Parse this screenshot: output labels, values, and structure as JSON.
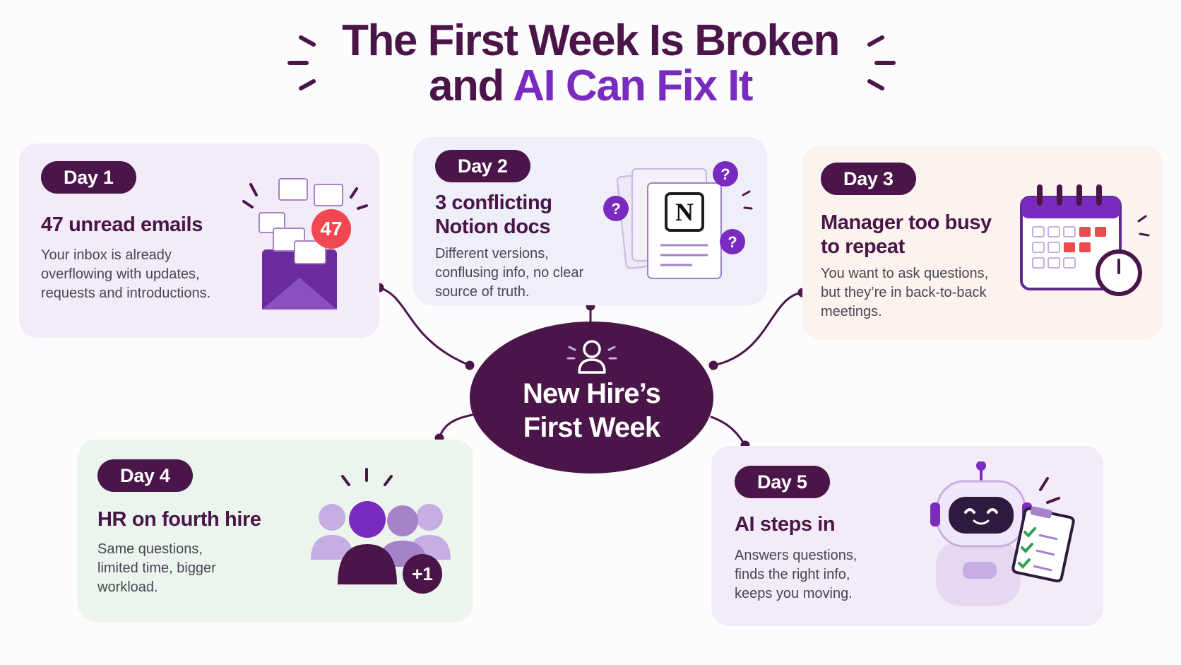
{
  "title": {
    "line1": "The First Week Is Broken",
    "line2_plain": "and ",
    "line2_accent": "AI Can Fix It"
  },
  "hub": {
    "label": "New Hire’s\nFirst Week",
    "icon": "person-icon"
  },
  "cards": [
    {
      "day": "Day 1",
      "heading": "47 unread emails",
      "description": "Your inbox is already overflowing with updates, requests and introductions.",
      "badge": "47",
      "icon": "envelope-stack-icon",
      "background": "#f3ecf8"
    },
    {
      "day": "Day 2",
      "heading": "3 conflicting Notion docs",
      "description": "Different versions, conflusing info, no clear source of truth.",
      "logo_letter": "N",
      "icon": "conflicting-docs-icon",
      "background": "#eeeff8"
    },
    {
      "day": "Day 3",
      "heading": "Manager too busy to repeat",
      "description": "You want to ask questions, but they’re in back-to-back meetings.",
      "icon": "calendar-clock-icon",
      "background": "#fbf4ee"
    },
    {
      "day": "Day 4",
      "heading": "HR on fourth hire",
      "description": "Same questions, limited time, bigger workload.",
      "badge": "+1",
      "icon": "people-group-icon",
      "background": "#ecf4ee"
    },
    {
      "day": "Day 5",
      "heading": "AI steps in",
      "description": "Answers questions, finds the right info, keeps you moving.",
      "icon": "robot-checklist-icon",
      "background": "#f3ecf8"
    }
  ],
  "colors": {
    "primary": "#4a1548",
    "accent": "#7a2bbf",
    "badge_red": "#ef4850",
    "light_purple": "#a682c9"
  }
}
